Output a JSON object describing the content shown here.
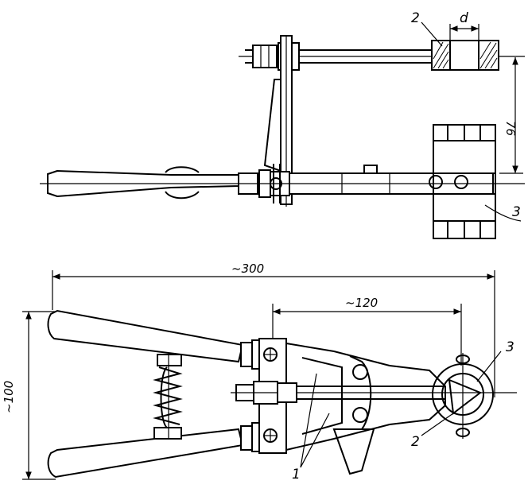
{
  "labels": {
    "top_part_2": "2",
    "top_d": "d",
    "top_76": "76",
    "top_part_3": "3",
    "dim_300": "~300",
    "dim_120": "~120",
    "dim_100": "~100",
    "bottom_part_3": "3",
    "bottom_part_2": "2",
    "bottom_part_1": "1"
  }
}
